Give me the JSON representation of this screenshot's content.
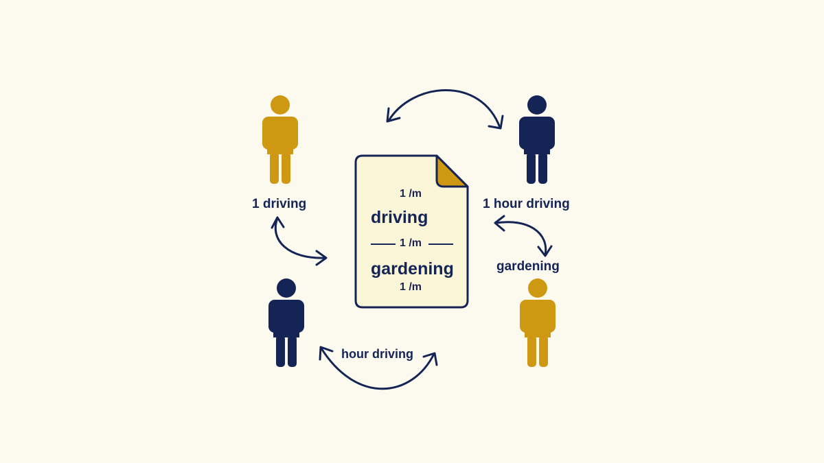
{
  "colors": {
    "background": "#fcf9ee",
    "navy": "#142454",
    "gold": "#cf9812",
    "document_fill": "#fbf6d8"
  },
  "people": [
    {
      "id": "top-left",
      "color": "gold"
    },
    {
      "id": "top-right",
      "color": "navy"
    },
    {
      "id": "bottom-left",
      "color": "navy"
    },
    {
      "id": "bottom-right",
      "color": "gold"
    }
  ],
  "labels": {
    "top_left": "1 driving",
    "top_right": "1 hour driving",
    "right_middle": "gardening",
    "bottom": "hour driving"
  },
  "document": {
    "line1": "1 /m",
    "line2": "driving",
    "line3": "1 /m",
    "line4": "gardening",
    "line5": "1 /m"
  },
  "icons": [
    "person-icon",
    "document-icon",
    "double-arrow-icon"
  ]
}
